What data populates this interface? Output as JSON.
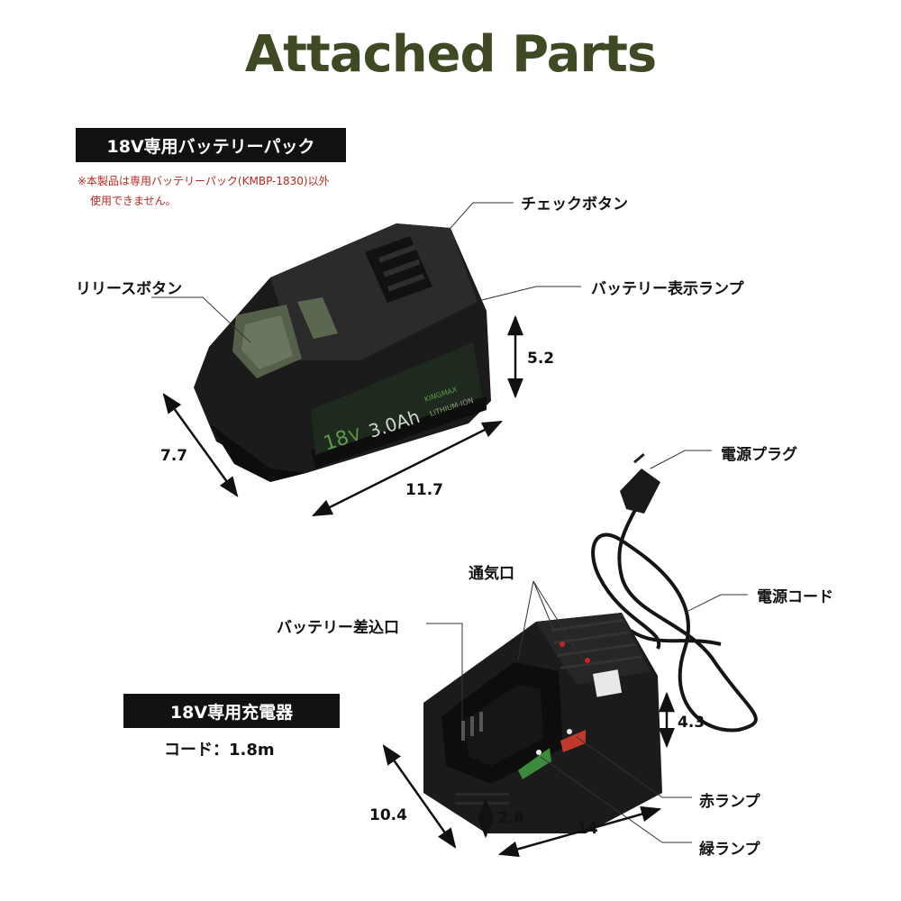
{
  "title": "Attached Parts",
  "battery": {
    "tag": "18V専用バッテリーパック",
    "note_line1": "※本製品は専用バッテリーパック(KMBP-1830)以外",
    "note_line2": "使用できません。",
    "labels": {
      "check_button": "チェックボタン",
      "release_button": "リリースボタン",
      "indicator_lamp": "バッテリー表示ランプ"
    },
    "dims": {
      "height": "5.2",
      "depth": "7.7",
      "width": "11.7"
    },
    "print": {
      "voltage": "18",
      "v": "V",
      "capacity": "3.0Ah",
      "brand": "KINGMAX",
      "chem": "LITHIUM-ION"
    }
  },
  "charger": {
    "tag": "18V専用充電器",
    "cord": "コード：1.8m",
    "labels": {
      "power_plug": "電源プラグ",
      "vent": "通気口",
      "power_cord": "電源コード",
      "battery_slot": "バッテリー差込口",
      "red_lamp": "赤ランプ",
      "green_lamp": "緑ランプ"
    },
    "dims": {
      "height": "4.3",
      "depth": "10.4",
      "width": "14",
      "step": "2.8"
    }
  },
  "colors": {
    "title": "#3f4a24",
    "note": "#b8281f",
    "green_accent": "#4f7a3a"
  }
}
